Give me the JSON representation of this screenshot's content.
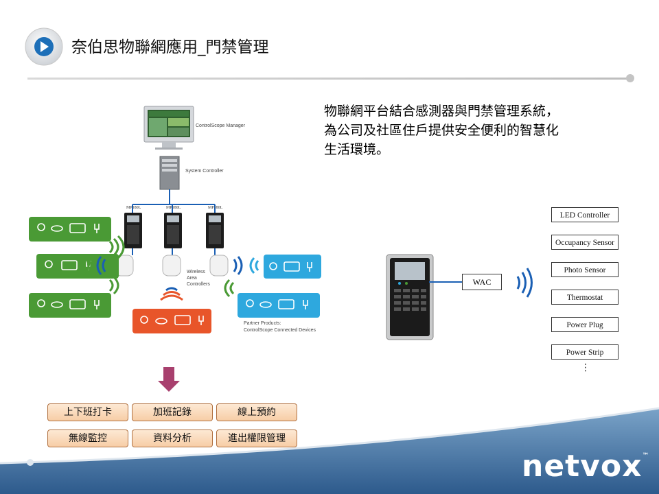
{
  "header": {
    "title": "奈伯思物聯網應用_門禁管理"
  },
  "description": {
    "lines": [
      "物聯網平台結合感測器與門禁管理系統，",
      "為公司及社區住戶提供安全便利的智慧化",
      "生活環境。"
    ]
  },
  "diagram": {
    "manager_label": "ControlScope Manager",
    "system_controller_label": "System Controller",
    "mp_labels": [
      "MP180L",
      "MP180L",
      "MP180L"
    ],
    "wac_caption": [
      "Wireless",
      "Area",
      "Controllers"
    ],
    "partner_caption": [
      "Partner Products:",
      "ControlScope Connected Devices"
    ]
  },
  "access_panel": {
    "wac_label": "WAC",
    "devices": [
      "LED Controller",
      "Occupancy Sensor",
      "Photo Sensor",
      "Thermostat",
      "Power Plug",
      "Power Strip"
    ],
    "more": "⋮"
  },
  "functions": [
    "上下班打卡",
    "加班記錄",
    "線上預約",
    "無線監控",
    "資料分析",
    "進出權限管理"
  ],
  "logo": {
    "text": "netvox",
    "tm": "™"
  },
  "colors": {
    "green": "#4a9a35",
    "blue": "#2ea8de",
    "orange": "#e8552a",
    "arrow": "#a8406e",
    "wave_blue": "#1a5fb4"
  }
}
